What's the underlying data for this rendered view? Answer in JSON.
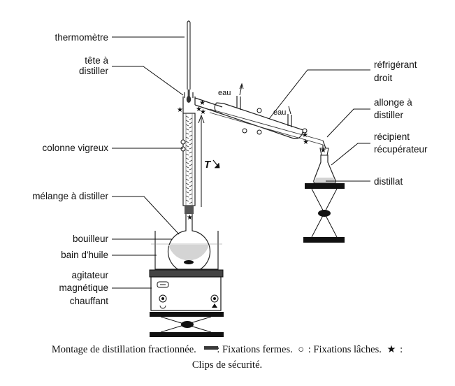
{
  "labels": {
    "thermometre": "thermomètre",
    "tete_line1": "tête à",
    "tete_line2": "distiller",
    "colonne": "colonne vigreux",
    "melange": "mélange à distiller",
    "bouilleur": "bouilleur",
    "bain": "bain d'huile",
    "agitateur_line1": "agitateur",
    "agitateur_line2": "magnétique",
    "agitateur_line3": "chauffant",
    "refrigerant_line1": "réfrigérant",
    "refrigerant_line2": "droit",
    "allonge_line1": "allonge à",
    "allonge_line2": "distiller",
    "recipient_line1": "récipient",
    "recipient_line2": "récupérateur",
    "distillat": "distillat",
    "eau_in": "eau",
    "eau_out": "eau",
    "temperature_symbol": "T"
  },
  "caption": {
    "part1": "Montage de distillation fractionnée.",
    "part2": ": Fixations fermes.",
    "part3_symbol": "○",
    "part3": ": Fixations lâches.",
    "part4_symbol": "★",
    "part4": ":",
    "line2": "Clips de sécurité."
  },
  "colors": {
    "ink": "#111111",
    "liquid": "#d4d4d4",
    "clamp": "#3a3a3a"
  }
}
